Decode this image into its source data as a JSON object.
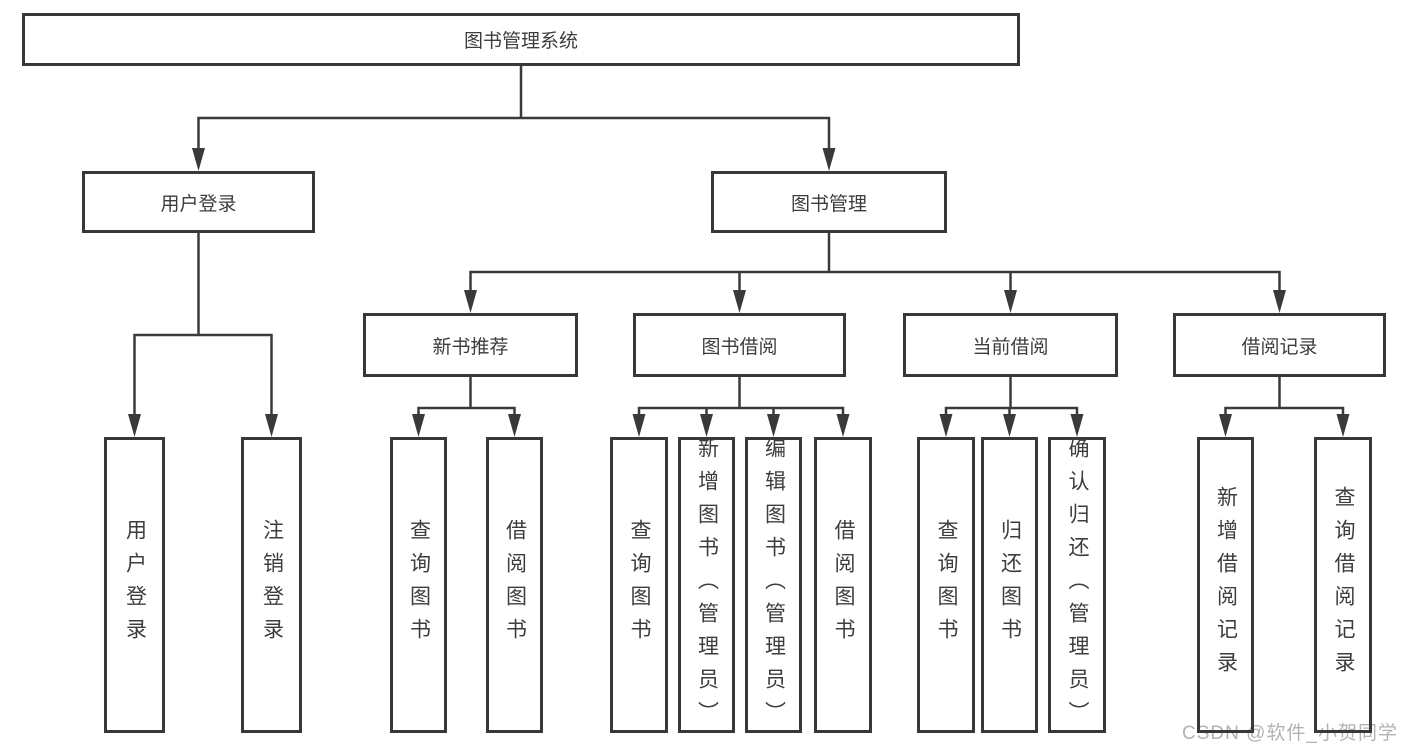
{
  "tree": {
    "root": {
      "label": "图书管理系统"
    },
    "branches": [
      {
        "label": "用户登录",
        "children": [
          {
            "label": "用户登录"
          },
          {
            "label": "注销登录"
          }
        ]
      },
      {
        "label": "图书管理",
        "children": [
          {
            "label": "新书推荐",
            "children": [
              {
                "label": "查询图书"
              },
              {
                "label": "借阅图书"
              }
            ]
          },
          {
            "label": "图书借阅",
            "children": [
              {
                "label": "查询图书"
              },
              {
                "label": "新增图书（管理员）"
              },
              {
                "label": "编辑图书（管理员）"
              },
              {
                "label": "借阅图书"
              }
            ]
          },
          {
            "label": "当前借阅",
            "children": [
              {
                "label": "查询图书"
              },
              {
                "label": "归还图书"
              },
              {
                "label": "确认归还（管理员）"
              }
            ]
          },
          {
            "label": "借阅记录",
            "children": [
              {
                "label": "新增借阅记录"
              },
              {
                "label": "查询借阅记录"
              }
            ]
          }
        ]
      }
    ]
  },
  "watermark": {
    "text": "CSDN @软件_小贺同学"
  },
  "colors": {
    "line": "#3a3a3a",
    "text": "#3d3d3f",
    "watermark": "#b2b2b2",
    "background": "#ffffff"
  }
}
